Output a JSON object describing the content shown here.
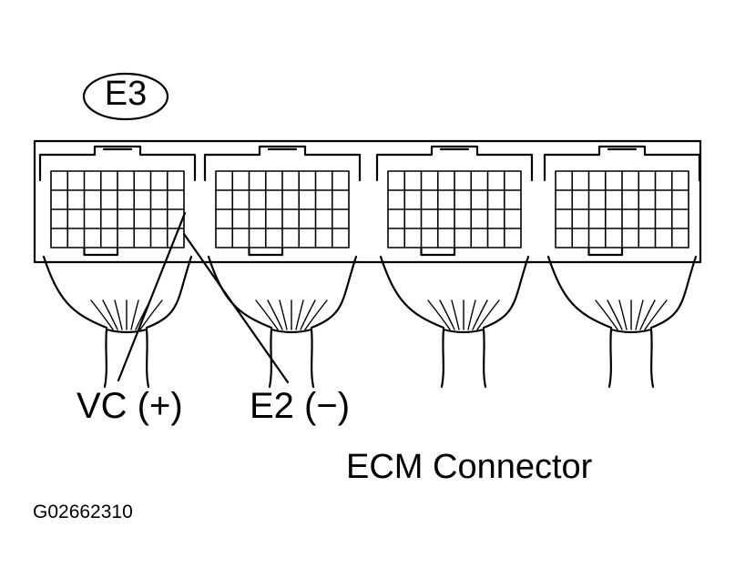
{
  "connector_badge": "E3",
  "labels": {
    "vc": "VC (+)",
    "e2": "E2 (−)",
    "connector": "ECM Connector"
  },
  "figure_id": "G02662310",
  "colors": {
    "line": "#000000",
    "background": "#ffffff"
  }
}
